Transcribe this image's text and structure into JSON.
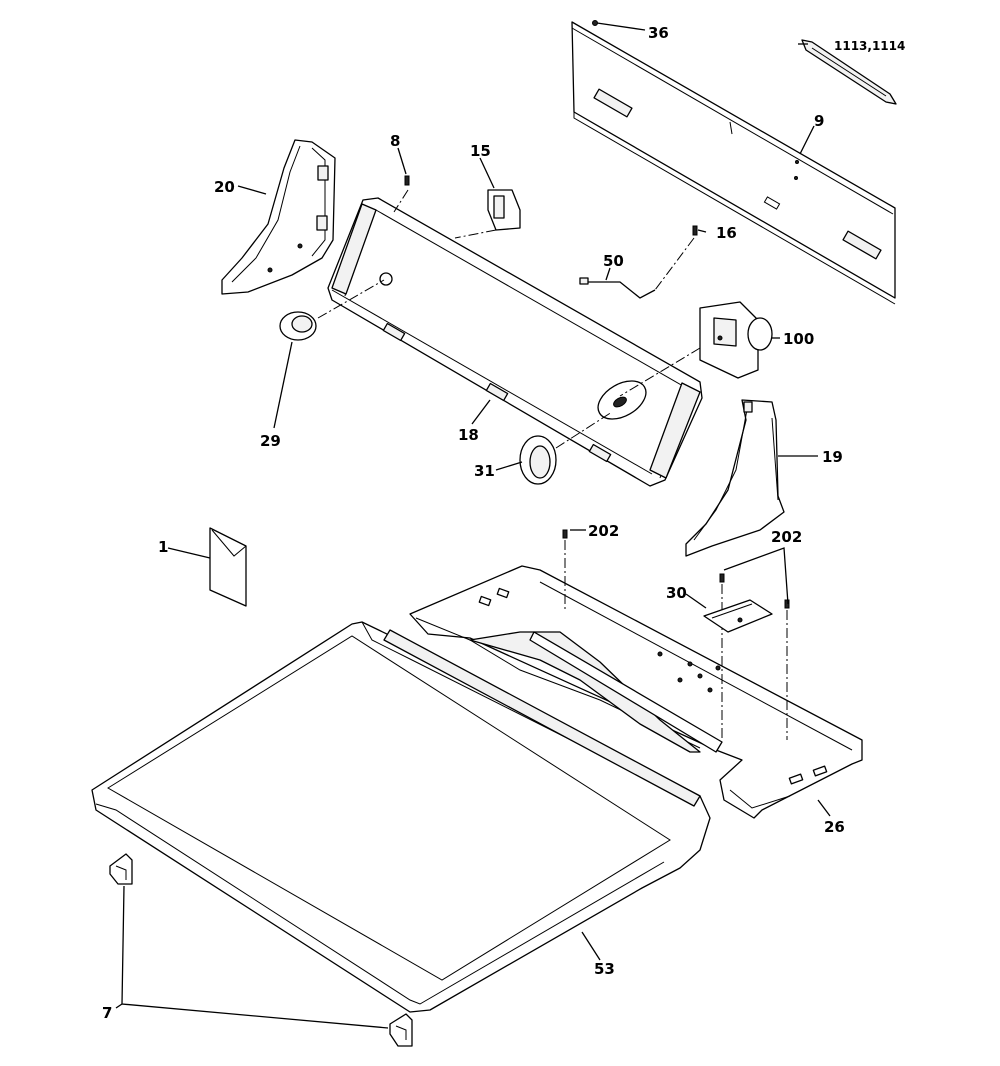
{
  "diagram": {
    "callouts": {
      "c36": "36",
      "c1113": "1113,1114",
      "c9": "9",
      "c8": "8",
      "c15": "15",
      "c20": "20",
      "c16": "16",
      "c50": "50",
      "c100": "100",
      "c29": "29",
      "c18": "18",
      "c31": "31",
      "c19": "19",
      "c1": "1",
      "c202a": "202",
      "c202b": "202",
      "c30": "30",
      "c26": "26",
      "c53": "53",
      "c7": "7"
    }
  }
}
